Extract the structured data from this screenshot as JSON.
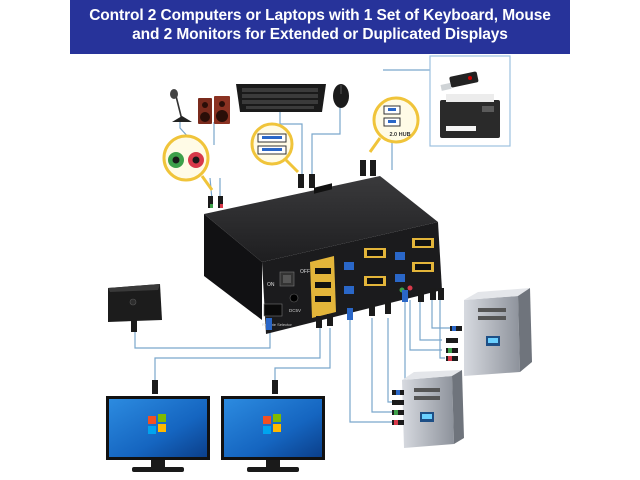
{
  "banner": {
    "line1": "Control 2 Computers or Laptops with 1 Set of Keyboard, Mouse",
    "line2": "and 2 Monitors for Extended or Duplicated Displays"
  },
  "kvm_labels": {
    "on": "ON",
    "off": "OFF",
    "dc": "DC5V",
    "remote": "Remote Selector",
    "usb_port": "2.0 HUB"
  },
  "colors": {
    "banner": "#27339a",
    "cable": "#7aa6cc",
    "usb_accent": "#2a67c8",
    "audio_green": "#3da04a",
    "audio_red": "#d8394a",
    "gold": "#e3b53a"
  },
  "icons": [
    "microphone-icon",
    "speaker-icon",
    "keyboard-icon",
    "mouse-icon",
    "usb-drive-icon",
    "printer-icon",
    "audio-jack-icon",
    "usb-port-icon",
    "remote-selector-icon",
    "kvm-switch-icon",
    "pc-tower-icon",
    "monitor-icon",
    "windows-logo-icon"
  ]
}
